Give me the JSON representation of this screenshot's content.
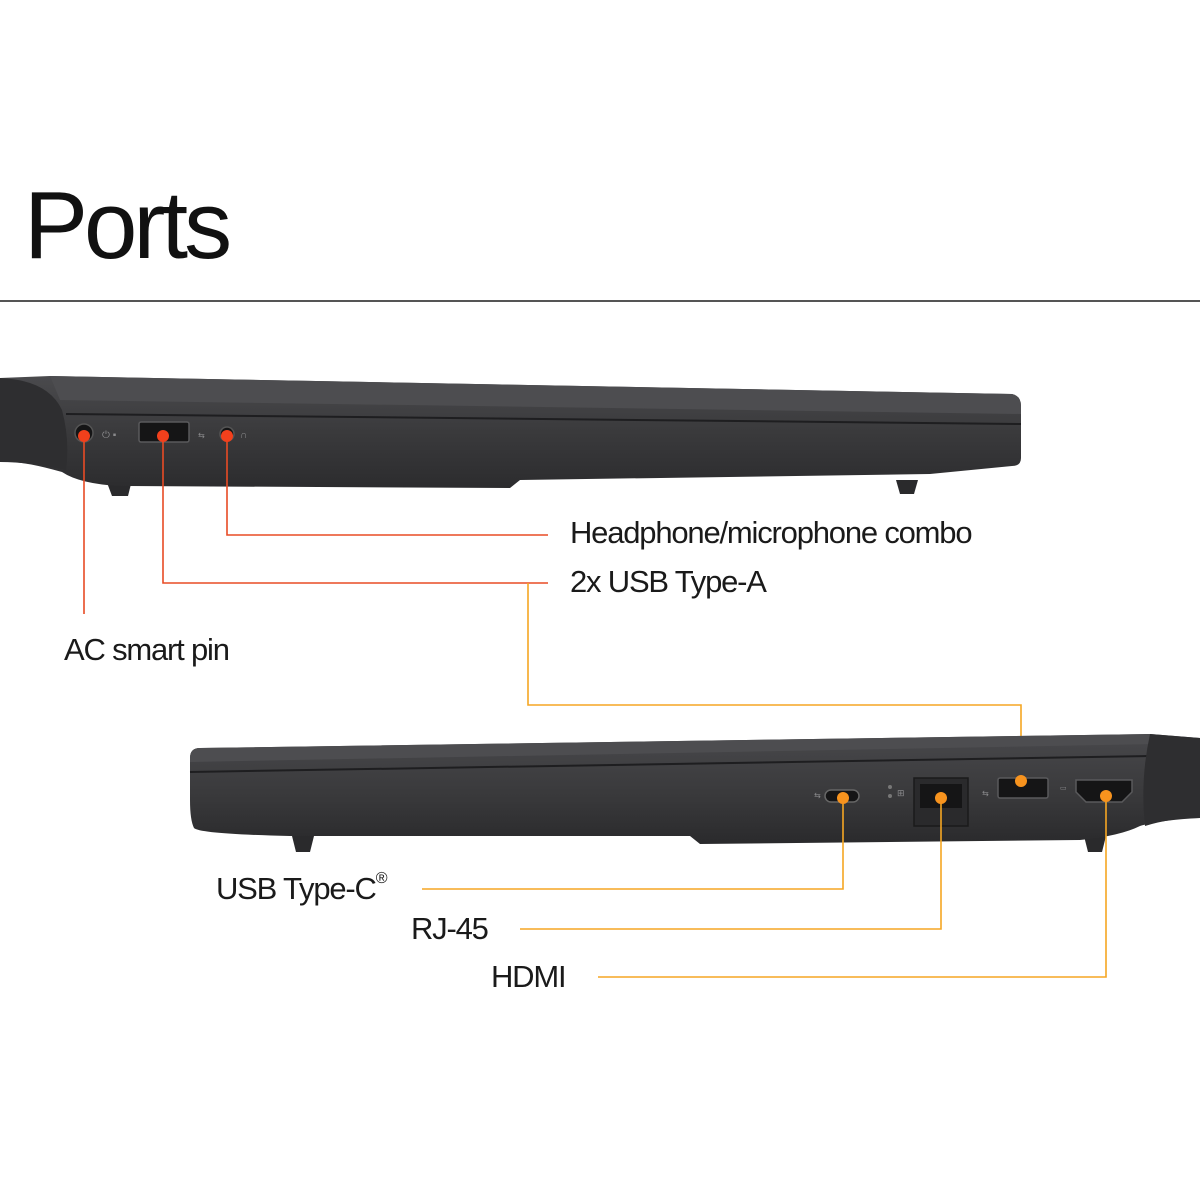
{
  "title": "Ports",
  "colors": {
    "left_side_callout": "#e84b25",
    "right_side_callout": "#f5a623",
    "laptop_body": "#3a3a3c",
    "laptop_edge": "#252527",
    "divider": "#555555"
  },
  "left_side": {
    "ports": [
      {
        "id": "ac",
        "label": "AC smart pin"
      },
      {
        "id": "usb_a",
        "label": "2x USB Type-A"
      },
      {
        "id": "audio",
        "label": "Headphone/microphone combo"
      }
    ]
  },
  "right_side": {
    "ports": [
      {
        "id": "usb_c",
        "label": "USB Type-C",
        "mark": "®"
      },
      {
        "id": "rj45",
        "label": "RJ-45"
      },
      {
        "id": "hdmi",
        "label": "HDMI"
      }
    ]
  }
}
